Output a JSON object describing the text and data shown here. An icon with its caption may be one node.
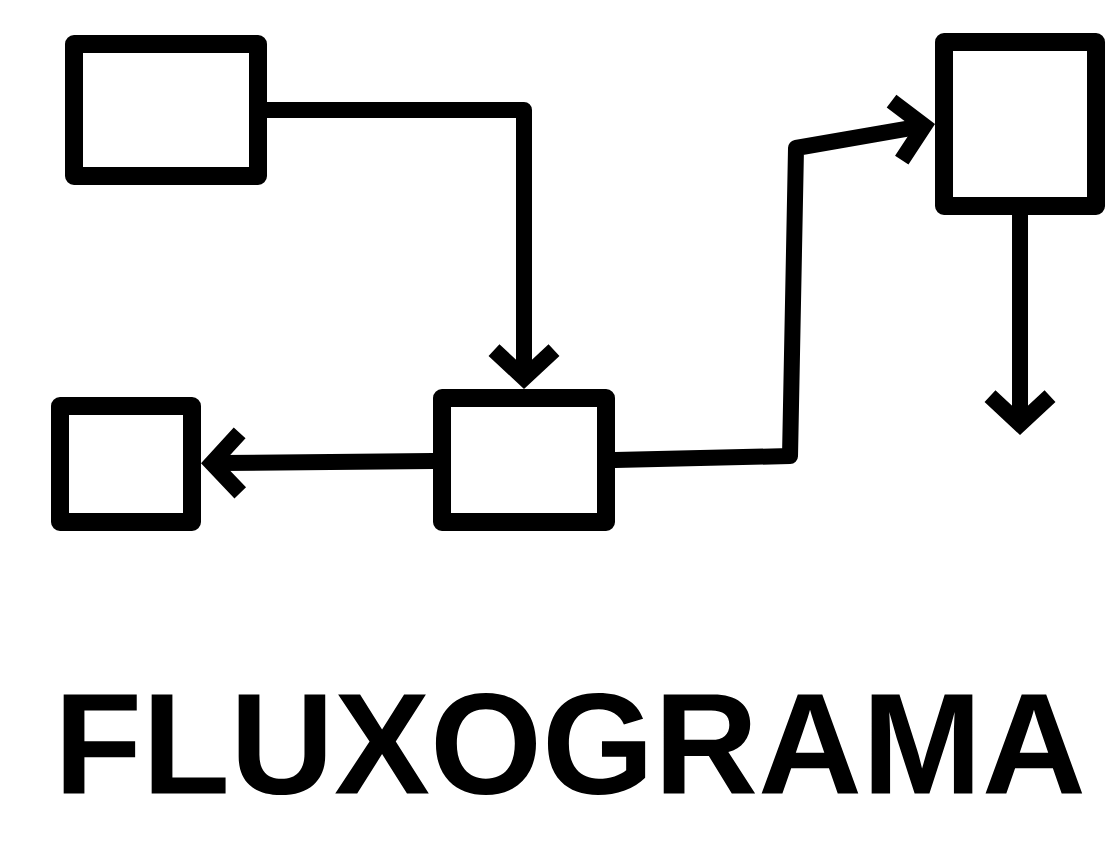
{
  "diagram": {
    "title": "FLUXOGRAMA",
    "nodes": [
      {
        "text": [],
        "shape": "box"
      },
      {
        "text": [],
        "shape": "box"
      },
      {
        "text": [],
        "shape": "box"
      },
      {
        "text": [],
        "shape": "box"
      }
    ],
    "edges": [
      {
        "from": 0,
        "to": 1,
        "arrow": "to"
      },
      {
        "from": 1,
        "to": 2,
        "arrow": "to"
      },
      {
        "from": 1,
        "to": 3,
        "arrow": "to"
      },
      {
        "from": 3,
        "to": null,
        "arrow": "to"
      }
    ]
  }
}
